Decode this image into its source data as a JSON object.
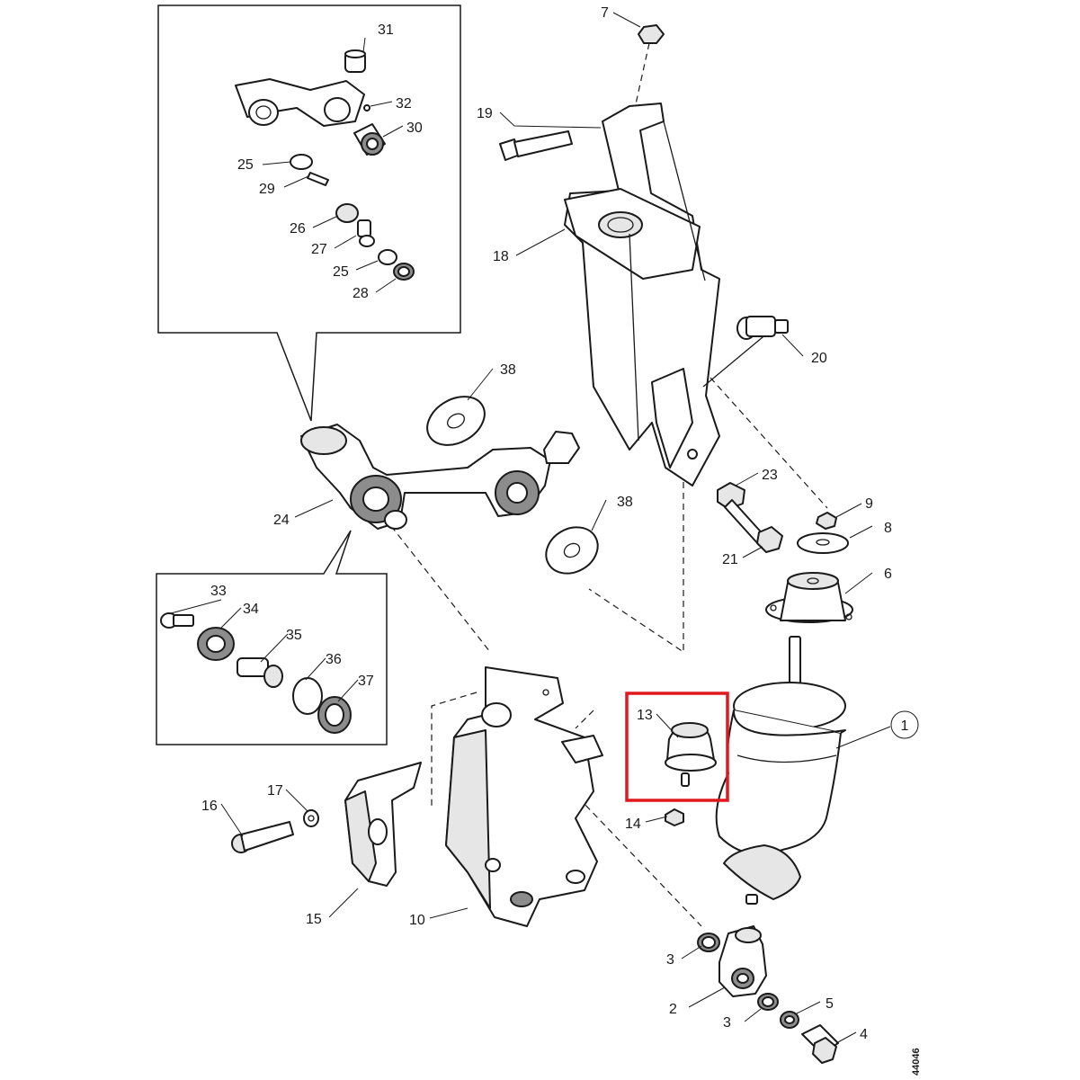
{
  "callouts": {
    "n1": "1",
    "n2": "2",
    "n3a": "3",
    "n3b": "3",
    "n4": "4",
    "n5": "5",
    "n6": "6",
    "n7": "7",
    "n8": "8",
    "n9": "9",
    "n10": "10",
    "n13": "13",
    "n14": "14",
    "n15": "15",
    "n16": "16",
    "n17": "17",
    "n18": "18",
    "n19": "19",
    "n20": "20",
    "n21": "21",
    "n23": "23",
    "n24": "24",
    "n25a": "25",
    "n25b": "25",
    "n26": "26",
    "n27": "27",
    "n28": "28",
    "n29": "29",
    "n30": "30",
    "n31": "31",
    "n32": "32",
    "n33": "33",
    "n34": "34",
    "n35": "35",
    "n36": "36",
    "n37": "37",
    "n38a": "38",
    "n38b": "38"
  },
  "drawing_ref": "44046",
  "highlight": {
    "part": "13",
    "color": "#e0191e"
  }
}
